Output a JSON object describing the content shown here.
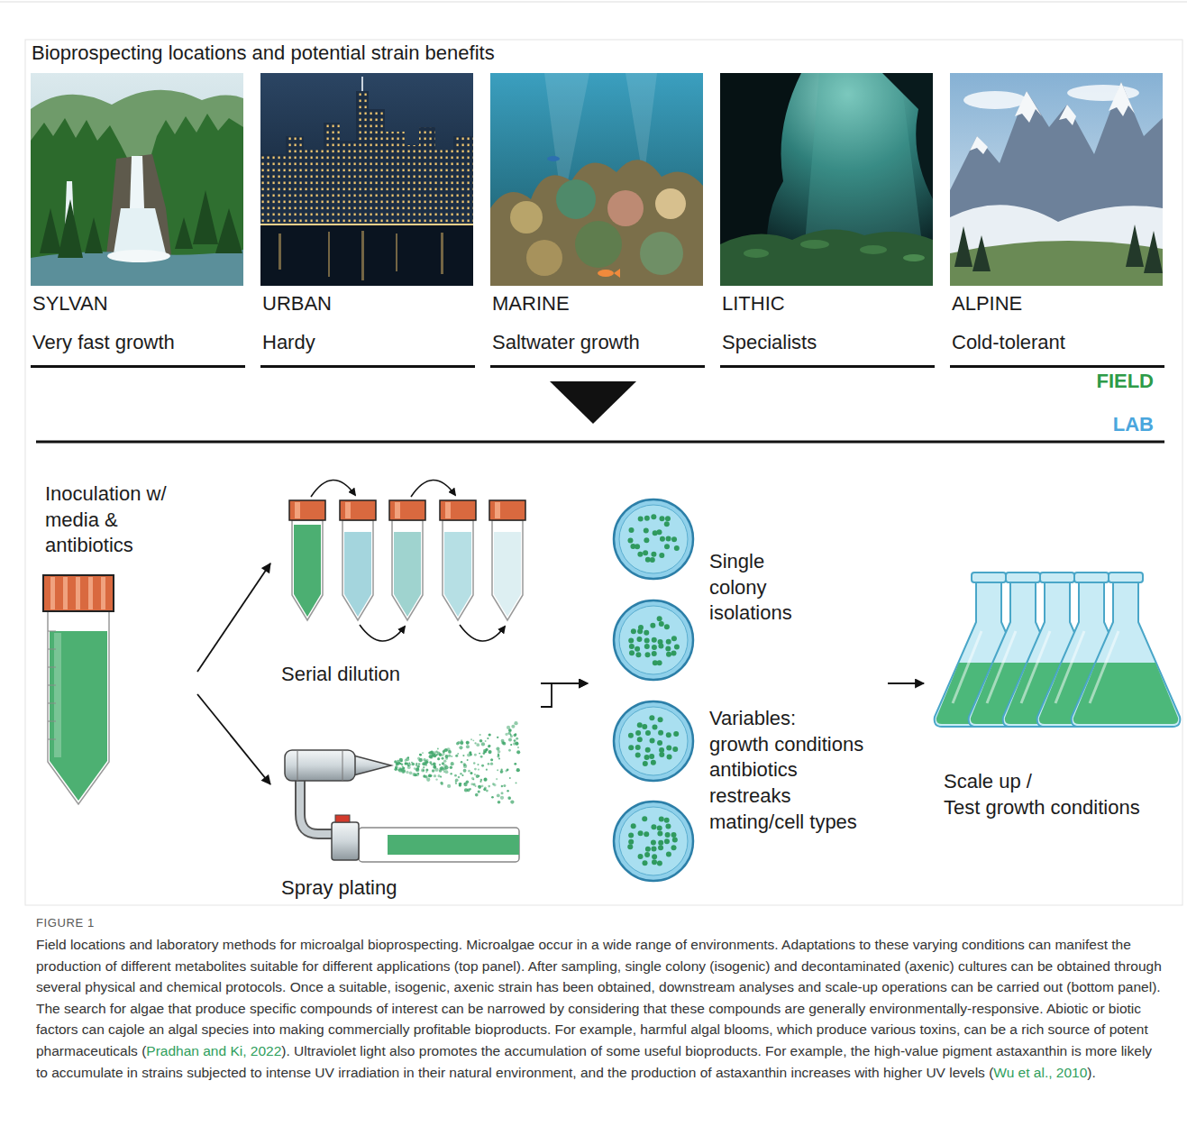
{
  "diagram": {
    "title": "Bioprospecting locations and potential strain benefits",
    "caption": "Field locations and laboratory methods for microalgal bioprospecting. Microalgae occur in a wide range of environments. Adaptations to these varying conditions can manifest the production of different metabolites suitable for different applications (top panel). After sampling, single colony (isogenic) and decontaminated (axenic) cultures can be obtained through several physical and chemical protocols. Once a suitable, isogenic, axenic strain has been obtained, downstream analyses and scale-up operations can be carried out (bottom panel). The search for algae that produce specific compounds of interest can be narrowed by considering that these compounds are generally environmentally-responsive. Abiotic or biotic factors can cajole an algal species into making commercially profitable bioproducts. For example, harmful algal blooms, which produce various toxins, can be a rich source of potent pharmaceuticals (Pradhan and Ki, 2022). Ultraviolet light also promotes the accumulation of some useful bioproducts. For example, the high-value pigment astaxanthin is more likely to accumulate in strains subjected to intense UV irradiation in their natural environment, and the production of astaxanthin increases with higher UV levels (Wu et al., 2010).",
    "nodes": [
      {
        "text": [
          "SYLVAN",
          "Very fast growth"
        ]
      },
      {
        "text": [
          "URBAN",
          "Hardy"
        ]
      },
      {
        "text": [
          "MARINE",
          "Saltwater growth"
        ]
      },
      {
        "text": [
          "LITHIC",
          "Specialists"
        ]
      },
      {
        "text": [
          "ALPINE",
          "Cold-tolerant"
        ]
      },
      {
        "text": [
          "Inoculation w/ media & antibiotics"
        ]
      },
      {
        "text": [
          "Serial dilution"
        ]
      },
      {
        "text": [
          "Spray plating"
        ]
      },
      {
        "text": [
          "Single colony isolations",
          "Variables:",
          "growth conditions",
          "antibiotics",
          "restreaks",
          "mating/cell types"
        ]
      },
      {
        "text": [
          "Scale up /",
          "Test growth conditions"
        ]
      }
    ],
    "edges": [
      {
        "from": 5,
        "to": 6,
        "arrow": "to"
      },
      {
        "from": 5,
        "to": 7,
        "arrow": "to"
      },
      {
        "from": 6,
        "to": 8,
        "arrow": "to"
      },
      {
        "from": 7,
        "to": 8,
        "arrow": "to"
      },
      {
        "from": 8,
        "to": 9,
        "arrow": "to"
      }
    ],
    "labels": [
      "FIELD",
      "LAB",
      "FIGURE 1"
    ]
  }
}
